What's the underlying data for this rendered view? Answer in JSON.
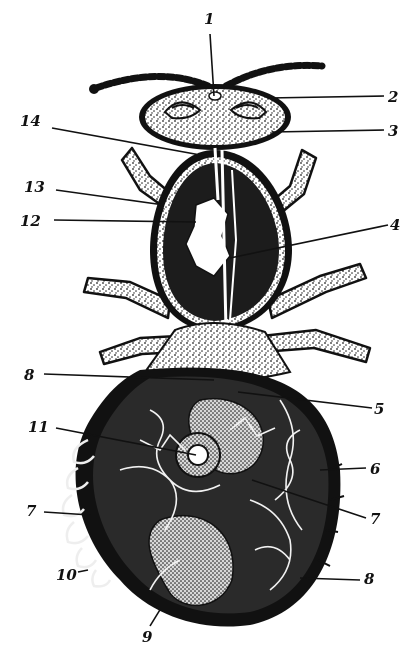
{
  "figure": {
    "labels": [
      {
        "id": "label-1",
        "text": "1"
      },
      {
        "id": "label-2",
        "text": "2"
      },
      {
        "id": "label-3",
        "text": "3"
      },
      {
        "id": "label-14",
        "text": "14"
      },
      {
        "id": "label-13",
        "text": "13"
      },
      {
        "id": "label-12",
        "text": "12"
      },
      {
        "id": "label-4",
        "text": "4"
      },
      {
        "id": "label-8-left",
        "text": "8"
      },
      {
        "id": "label-5",
        "text": "5"
      },
      {
        "id": "label-11",
        "text": "11"
      },
      {
        "id": "label-6",
        "text": "6"
      },
      {
        "id": "label-7-left",
        "text": "7"
      },
      {
        "id": "label-7-right",
        "text": "7"
      },
      {
        "id": "label-10",
        "text": "10"
      },
      {
        "id": "label-8-right",
        "text": "8"
      },
      {
        "id": "label-9",
        "text": "9"
      }
    ]
  },
  "colors": {
    "ink": "#111111",
    "paper": "#ffffff",
    "fill_dark": "#1a1a1a",
    "fill_mid": "#6b6b6b"
  }
}
